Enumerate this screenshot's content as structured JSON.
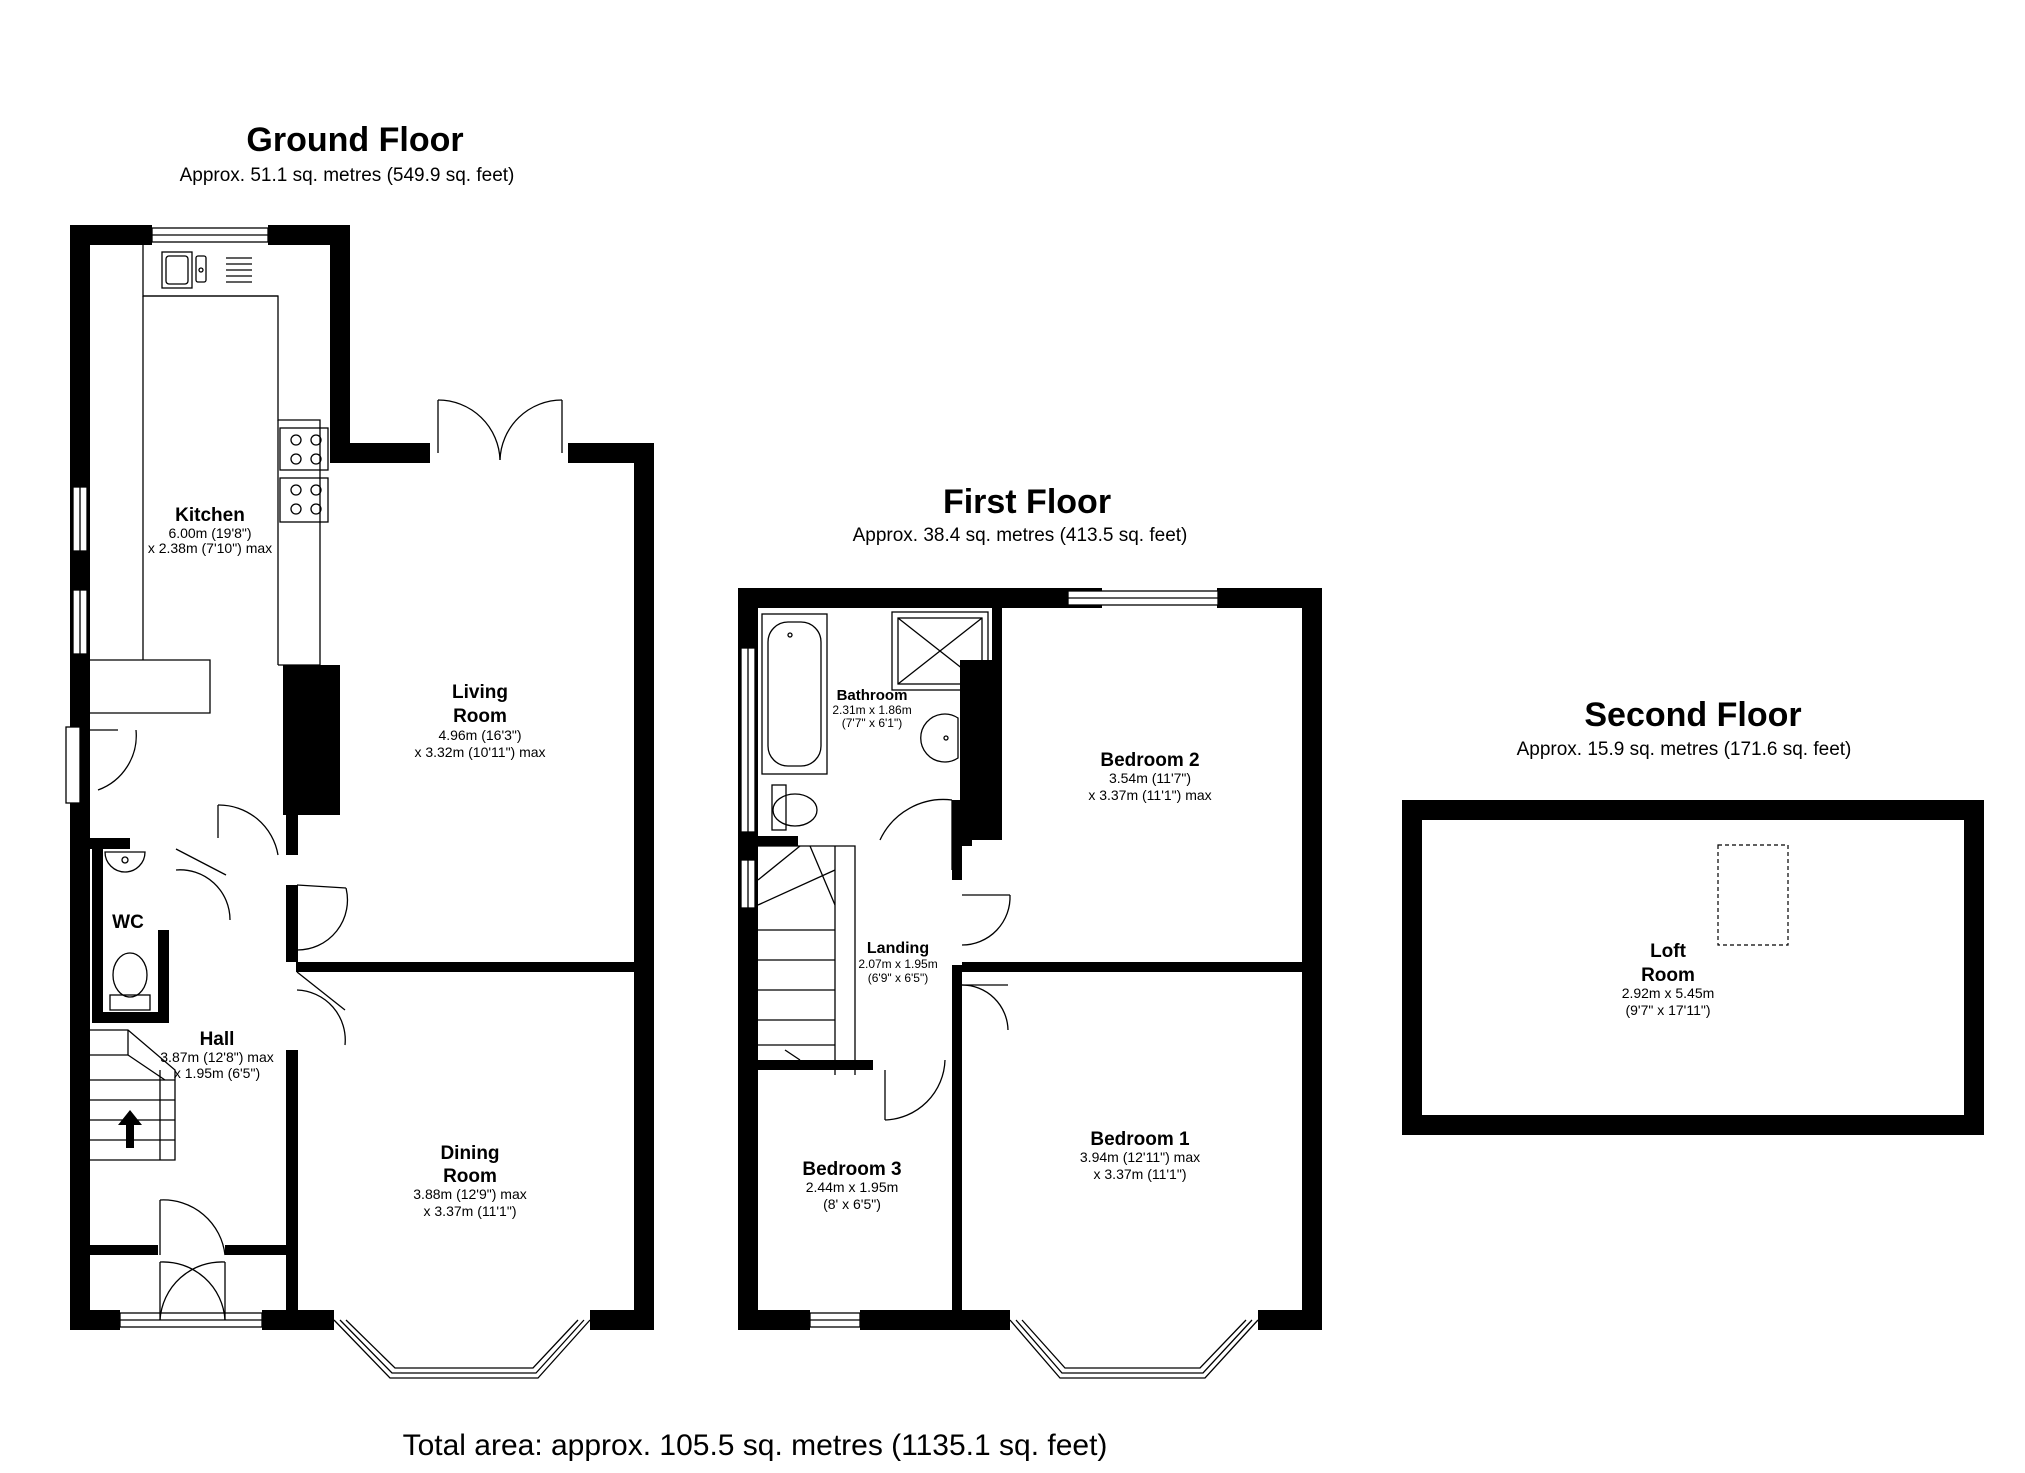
{
  "floors": [
    {
      "id": "ground",
      "title": "Ground Floor",
      "area": "Approx. 51.1 sq. metres (549.9 sq. feet)",
      "rooms": [
        {
          "id": "kitchen",
          "name_lines": [
            "Kitchen"
          ],
          "dim_lines": [
            "6.00m (19'8\")",
            "x 2.38m (7'10\") max"
          ]
        },
        {
          "id": "living-room",
          "name_lines": [
            "Living",
            "Room"
          ],
          "dim_lines": [
            "4.96m (16'3\")",
            "x 3.32m (10'11\") max"
          ]
        },
        {
          "id": "wc",
          "name_lines": [
            "WC"
          ],
          "dim_lines": []
        },
        {
          "id": "hall",
          "name_lines": [
            "Hall"
          ],
          "dim_lines": [
            "3.87m (12'8\") max",
            "x 1.95m (6'5\")"
          ]
        },
        {
          "id": "dining-room",
          "name_lines": [
            "Dining",
            "Room"
          ],
          "dim_lines": [
            "3.88m (12'9\") max",
            "x 3.37m (11'1\")"
          ]
        }
      ]
    },
    {
      "id": "first",
      "title": "First Floor",
      "area": "Approx. 38.4 sq. metres (413.5 sq. feet)",
      "rooms": [
        {
          "id": "bathroom",
          "name_lines": [
            "Bathroom"
          ],
          "dim_lines": [
            "2.31m x 1.86m",
            "(7'7\" x 6'1\")"
          ]
        },
        {
          "id": "bedroom-2",
          "name_lines": [
            "Bedroom 2"
          ],
          "dim_lines": [
            "3.54m (11'7\")",
            "x 3.37m (11'1\") max"
          ]
        },
        {
          "id": "landing",
          "name_lines": [
            "Landing"
          ],
          "dim_lines": [
            "2.07m x 1.95m",
            "(6'9\" x 6'5\")"
          ]
        },
        {
          "id": "bedroom-3",
          "name_lines": [
            "Bedroom 3"
          ],
          "dim_lines": [
            "2.44m x 1.95m",
            "(8' x 6'5\")"
          ]
        },
        {
          "id": "bedroom-1",
          "name_lines": [
            "Bedroom 1"
          ],
          "dim_lines": [
            "3.94m (12'11\") max",
            "x 3.37m (11'1\")"
          ]
        }
      ]
    },
    {
      "id": "second",
      "title": "Second Floor",
      "area": "Approx. 15.9 sq. metres (171.6 sq. feet)",
      "rooms": [
        {
          "id": "loft-room",
          "name_lines": [
            "Loft",
            "Room"
          ],
          "dim_lines": [
            "2.92m x 5.45m",
            "(9'7\" x 17'11\")"
          ]
        }
      ]
    }
  ],
  "total_area": "Total area: approx. 105.5 sq. metres (1135.1 sq. feet)"
}
